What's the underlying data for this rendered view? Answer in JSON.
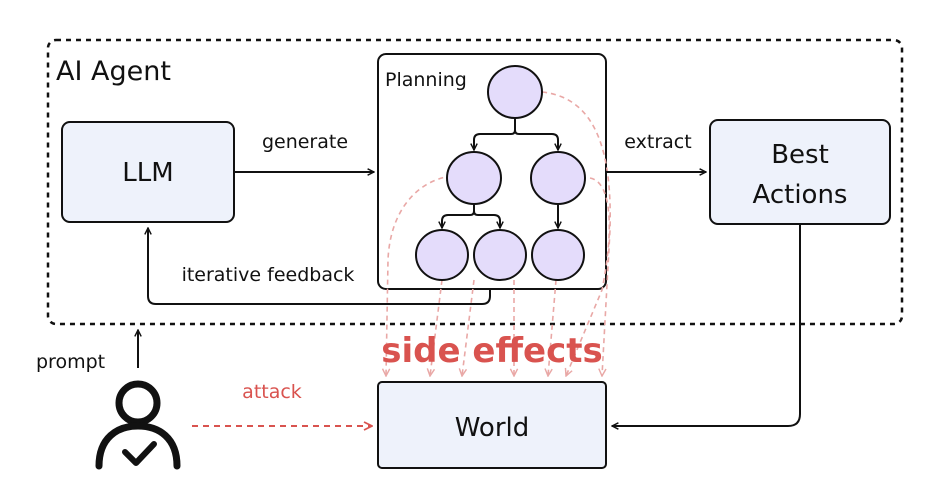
{
  "agent_title": "AI Agent",
  "planning_label": "Planning",
  "llm_label": "LLM",
  "best_actions": [
    "Best",
    "Actions"
  ],
  "world_label": "World",
  "edges": {
    "generate": "generate",
    "extract": "extract",
    "iterative_feedback": "iterative feedback",
    "prompt": "prompt",
    "attack": "attack"
  },
  "side_effects": "side effects",
  "colors": {
    "box_fill": "#eef2fb",
    "node_fill": "#e4dcfb",
    "dashed_red": "#e9a8a6",
    "attack_red": "#d9534f",
    "side_effects_red": "#d9534f"
  }
}
